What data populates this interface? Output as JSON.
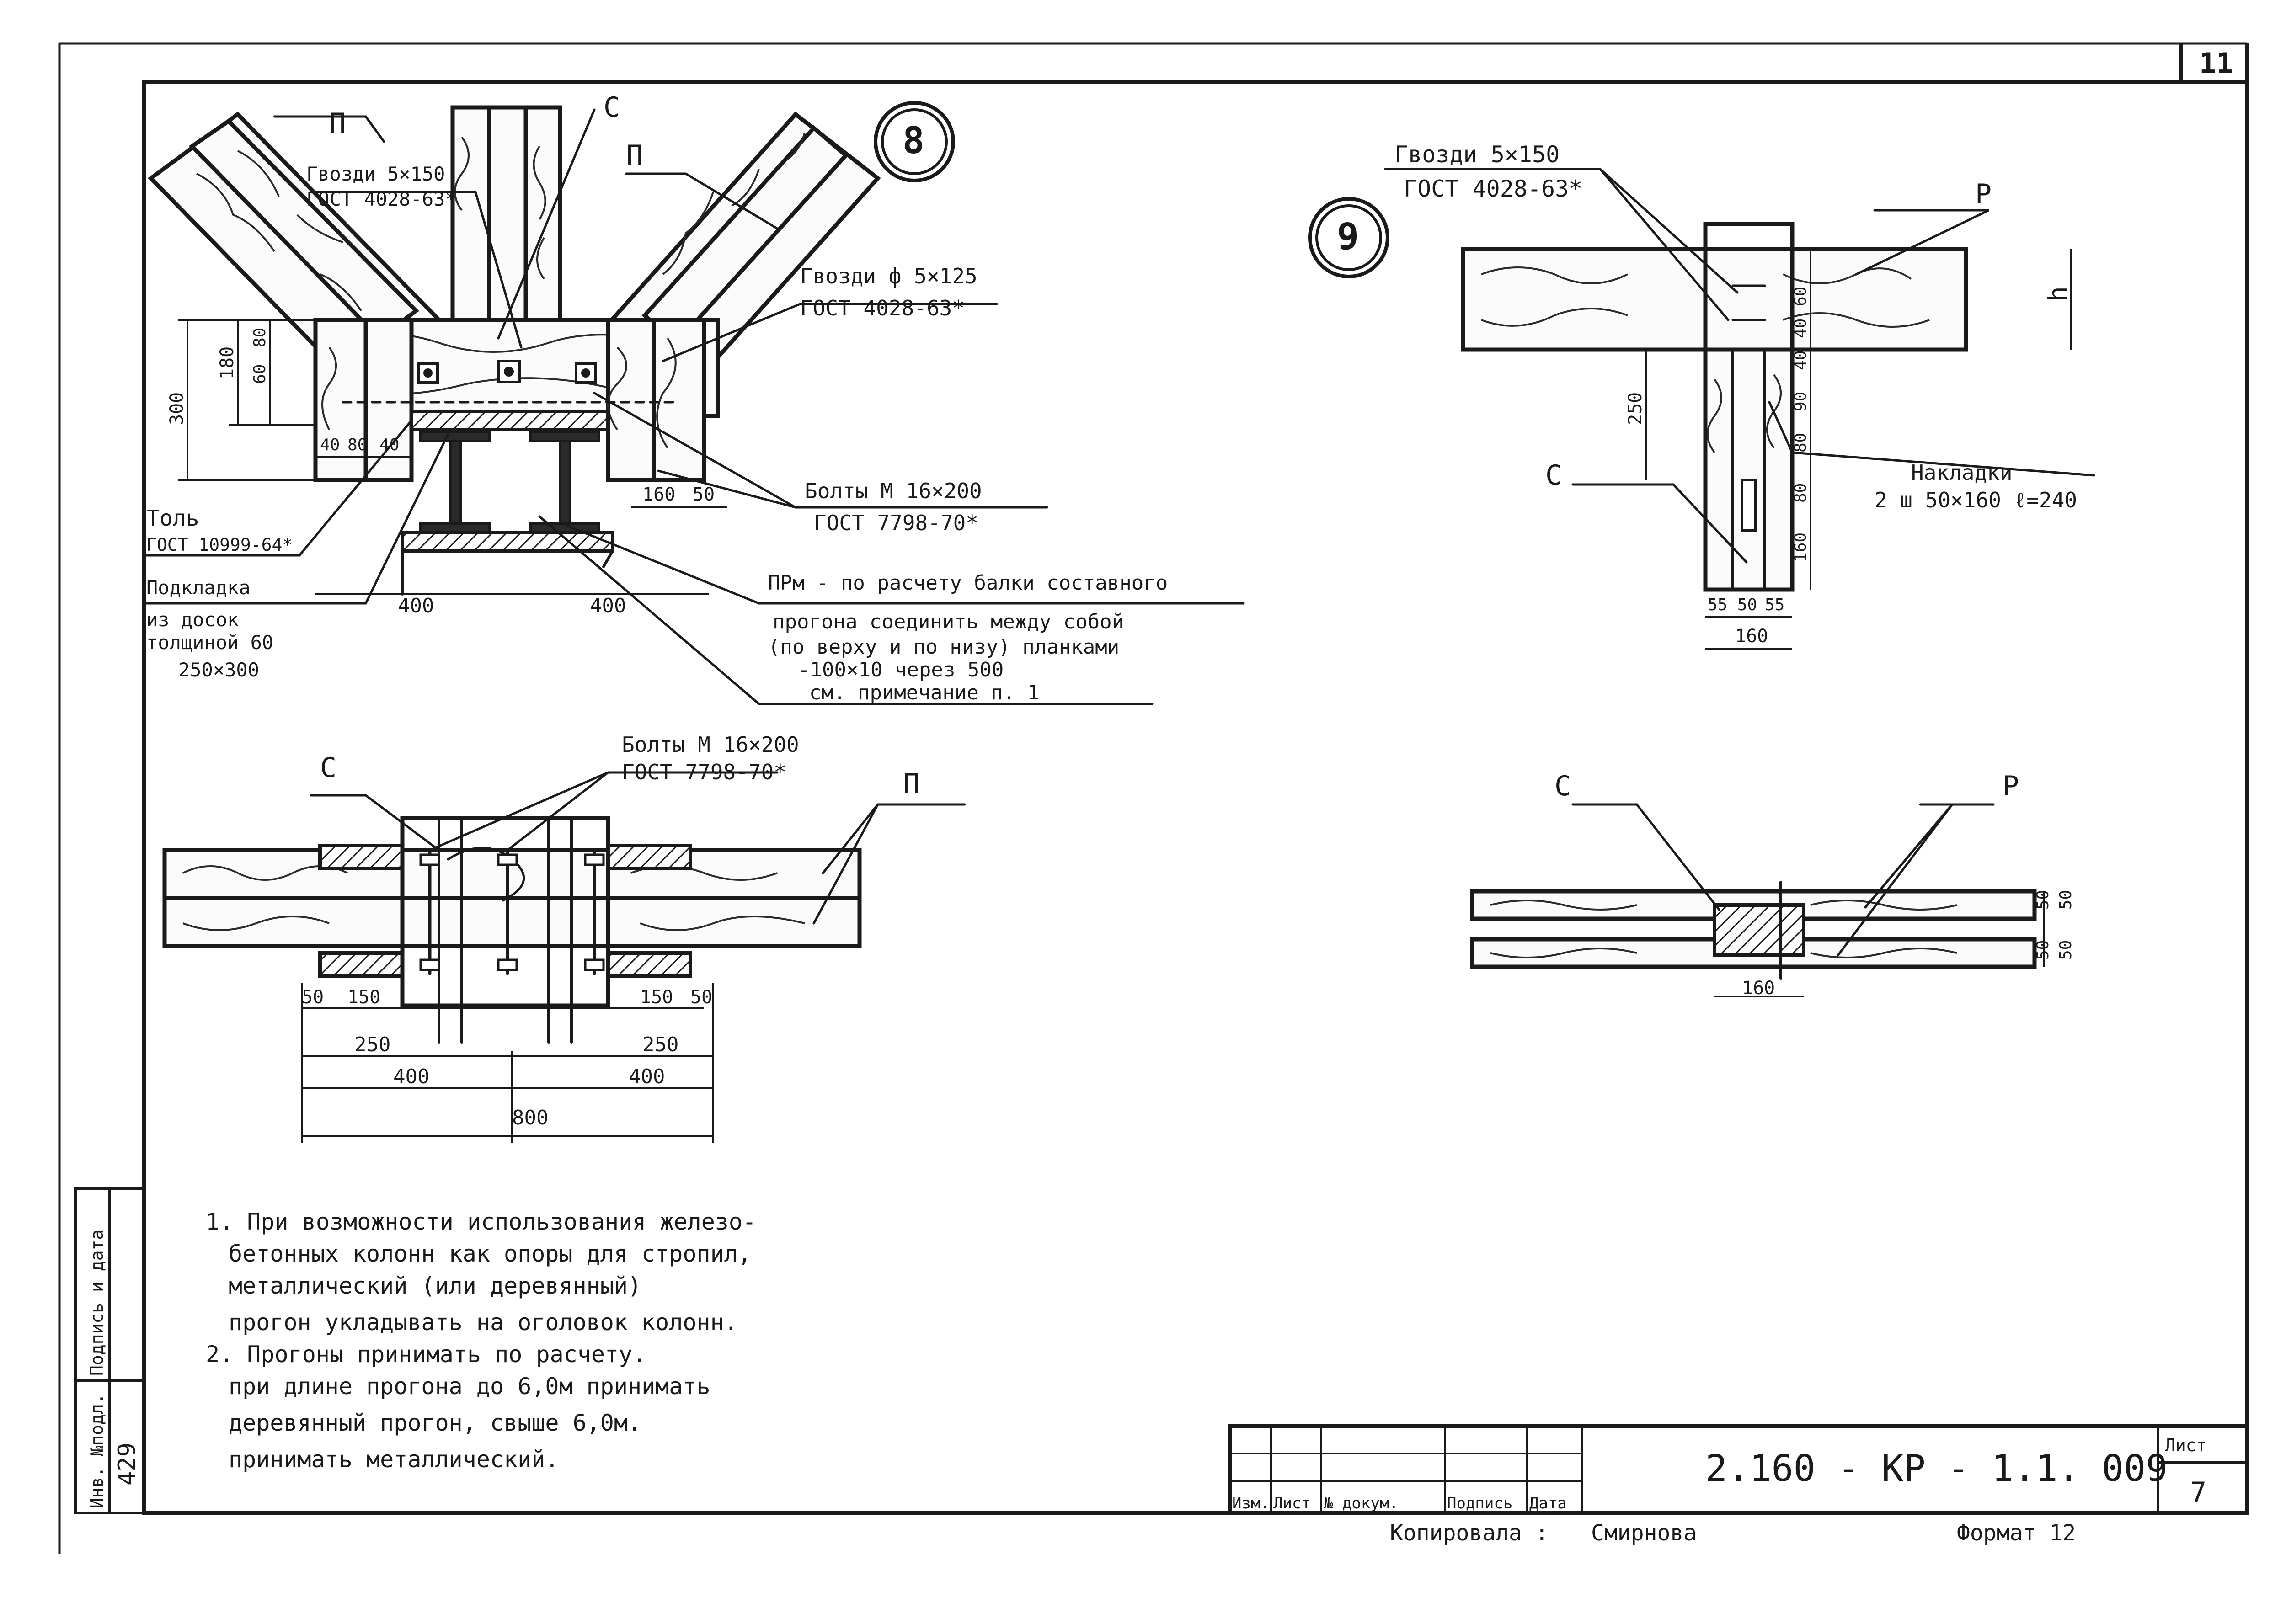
{
  "sheet_number": "11",
  "detail_8": {
    "marker": "8",
    "label_c": "С",
    "label_p_left": "П",
    "label_p_right": "П",
    "nails_1_line1": "Гвозди 5×150",
    "nails_1_line2": "ГОСТ 4028-63*",
    "nails_2_line1": "Гвозди ф 5×125",
    "nails_2_line2": "ГОСТ 4028-63*",
    "bolts_line1": "Болты М 16×200",
    "bolts_line2": "ГОСТ 7798-70*",
    "tol_line1": "Толь",
    "tol_line2": "ГОСТ 10999-64*",
    "pad_line1": "Подкладка",
    "pad_line2": "из досок",
    "pad_line3": "толщиной 60",
    "pad_line4": "250×300",
    "prm_line1": "ПРм - по расчету балки составного",
    "prm_line2": "прогона соединить между собой",
    "prm_line3": "(по верху и по низу) планками",
    "prm_line4": "-100×10    через 500",
    "prm_line5": "см. примечание  п. 1",
    "dims": {
      "d300": "300",
      "d180": "180",
      "d60a": "60",
      "d80a": "80",
      "d40a": "40",
      "d80b": "80",
      "d40b": "40",
      "d160": "160",
      "d50": "50",
      "d400l": "400",
      "d400r": "400"
    }
  },
  "detail_8_plan": {
    "label_c": "С",
    "label_p": "П",
    "bolts_line1": "Болты М 16×200",
    "bolts_line2": "ГОСТ 7798-70*",
    "dims": {
      "d50l": "50",
      "d150l": "150",
      "d150r": "150",
      "d50r": "50",
      "d250l": "250",
      "d250r": "250",
      "d400l": "400",
      "d400r": "400",
      "d800": "800"
    }
  },
  "detail_9": {
    "marker": "9",
    "nails_line1": "Гвозди  5×150",
    "nails_line2": "ГОСТ 4028-63*",
    "label_p": "Р",
    "label_c": "С",
    "label_h": "h",
    "overlays_line1": "Накладки",
    "overlays_line2": "2 ш 50×160  ℓ=240",
    "dims": {
      "d60": "60",
      "d40a": "40",
      "d40b": "40",
      "d90": "90",
      "d80a": "80",
      "d80b": "80",
      "d160v": "160",
      "d250": "250",
      "d55l": "55",
      "d50": "50",
      "d55r": "55",
      "d160h": "160"
    }
  },
  "detail_9_plan": {
    "label_c": "С",
    "label_p": "Р",
    "dims": {
      "d50a": "50",
      "d50b": "50",
      "d50c": "50",
      "d50d": "50",
      "d160": "160"
    }
  },
  "notes": {
    "n1_line1": "1. При возможности использования железо-",
    "n1_line2": "бетонных колонн  как опоры для стропил,",
    "n1_line3": "металлический (или деревянный)",
    "n1_line4": "прогон  укладывать  на оголовок колонн.",
    "n2_line1": "2. Прогоны принимать по расчету.",
    "n2_line2": "при длине  прогона  до 6,0м  принимать",
    "n2_line3": "деревянный  прогон, свыше 6,0м.",
    "n2_line4": "принимать  металлический."
  },
  "side_stamp": {
    "col1": "Инв. №подл.",
    "col2": "Подпись и дата",
    "inv_value": "429"
  },
  "title_block": {
    "code": "2.160 - КР - 1.1. 009",
    "sheet_label": "Лист",
    "sheet_value": "7",
    "col_izm": "Изм.",
    "col_list": "Лист",
    "col_ndoc": "№ докум.",
    "col_sign": "Подпись",
    "col_date": "Дата"
  },
  "footer": {
    "copied_label": "Копировала :",
    "copied_name": "Смирнова",
    "format_label": "Формат  12"
  }
}
